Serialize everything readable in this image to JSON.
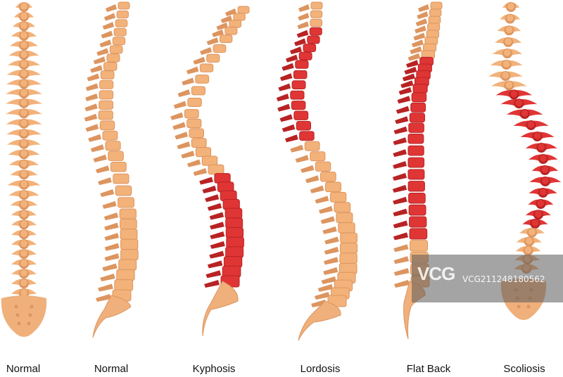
{
  "colors": {
    "bone": "#f2b27a",
    "bone_shade": "#dd9560",
    "affected": "#e03535",
    "affected_shade": "#b82323",
    "sacrum": "#efb07c"
  },
  "spines": [
    {
      "id": "normal-front",
      "label": "Normal",
      "view": "front",
      "affected": false
    },
    {
      "id": "normal-side",
      "label": "Normal",
      "view": "side",
      "affected": false
    },
    {
      "id": "kyphosis",
      "label": "Kyphosis",
      "view": "side",
      "affected": true
    },
    {
      "id": "lordosis",
      "label": "Lordosis",
      "view": "side",
      "affected": true
    },
    {
      "id": "flat-back",
      "label": "Flat Back",
      "view": "side",
      "affected": true
    },
    {
      "id": "scoliosis",
      "label": "Scoliosis",
      "view": "front",
      "affected": true
    }
  ],
  "watermark": {
    "logo": "VCG",
    "id_text": "VCG211248180562"
  }
}
